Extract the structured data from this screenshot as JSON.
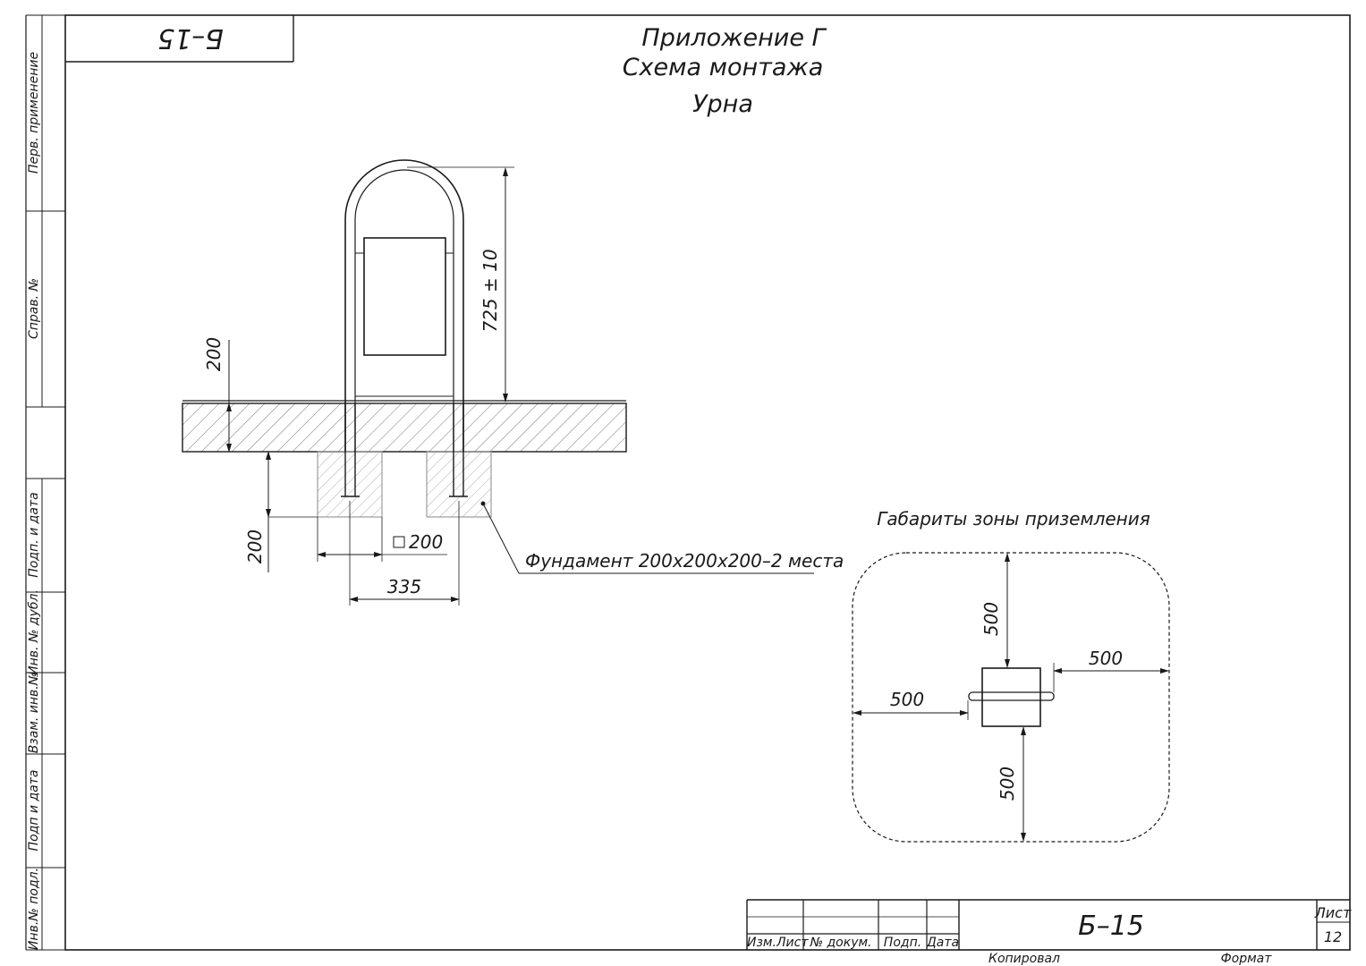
{
  "stamp_top": "Б–15",
  "title": {
    "line1": "Приложение Г",
    "line2": "Схема монтажа",
    "line3": "Урна"
  },
  "side_labels": [
    "Перв. применение",
    "Справ. №",
    "Подп. и дата",
    "Инв. № дубл.",
    "Взам. инв.№",
    "Подп и дата",
    "Инв.№ подл."
  ],
  "dimensions": {
    "height": "725 ± 10",
    "depth_slab": "200",
    "depth_foundation": "200",
    "foundation_square": "200",
    "post_spacing": "335",
    "foundation_note": "Фундамент 200х200х200–2 места"
  },
  "zone": {
    "title": "Габариты зоны приземления",
    "top": "500",
    "right": "500",
    "left": "500",
    "bottom": "500"
  },
  "title_block": {
    "headers": [
      "Изм.",
      "Лист",
      "№ докум.",
      "Подп.",
      "Дата"
    ],
    "designation": "Б–15",
    "sheet_label": "Лист",
    "sheet_number": "12",
    "copied": "Копировал",
    "format": "Формат"
  }
}
